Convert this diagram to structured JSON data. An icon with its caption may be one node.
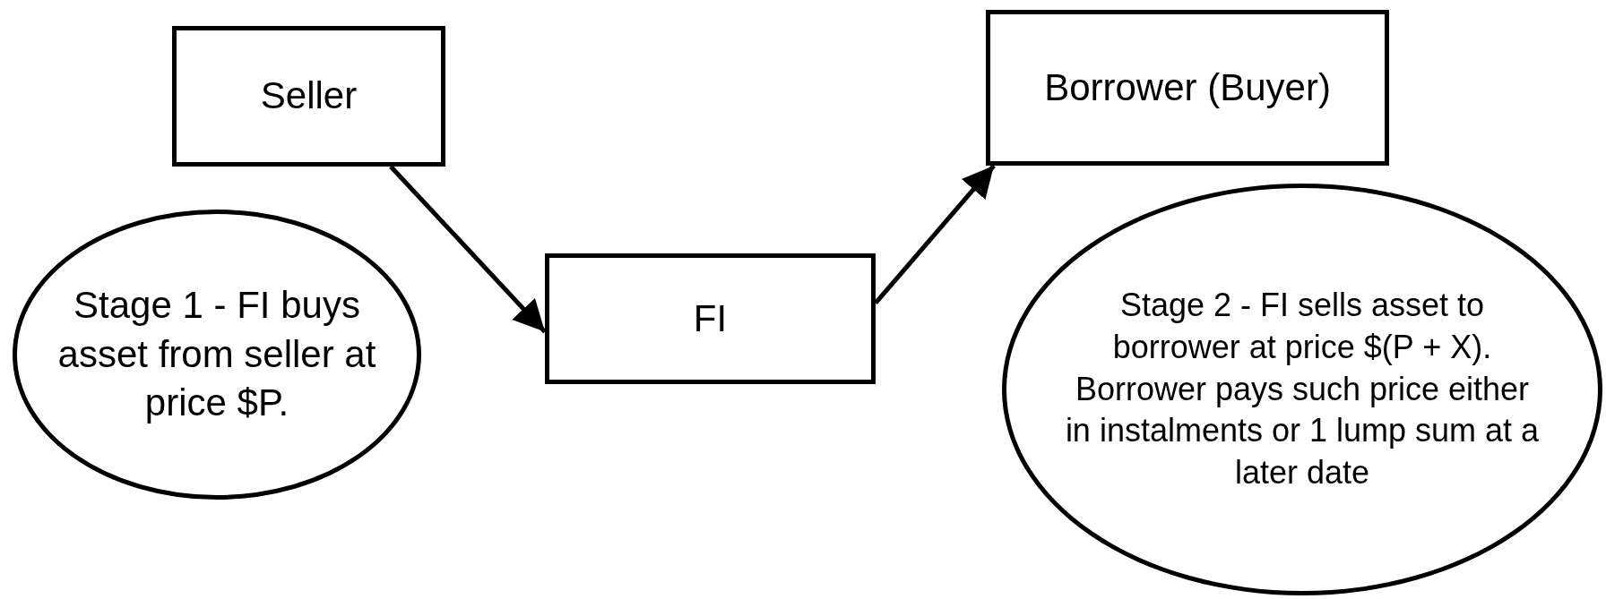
{
  "diagram": {
    "nodes": [
      {
        "text": [
          "Seller"
        ]
      },
      {
        "text": [
          "Borrower (Buyer)"
        ]
      },
      {
        "text": [
          "Stage 1 - FI buys asset from seller at price $P."
        ]
      },
      {
        "text": [
          "FI"
        ]
      },
      {
        "text": [
          "Stage 2 - FI sells asset to borrower at price $(P + X). Borrower pays such price either in instalments or 1 lump sum at a later date"
        ]
      }
    ],
    "edges": [
      {
        "from": 0,
        "to": 3,
        "arrow": "to"
      },
      {
        "from": 3,
        "to": 1,
        "arrow": "to"
      }
    ]
  }
}
